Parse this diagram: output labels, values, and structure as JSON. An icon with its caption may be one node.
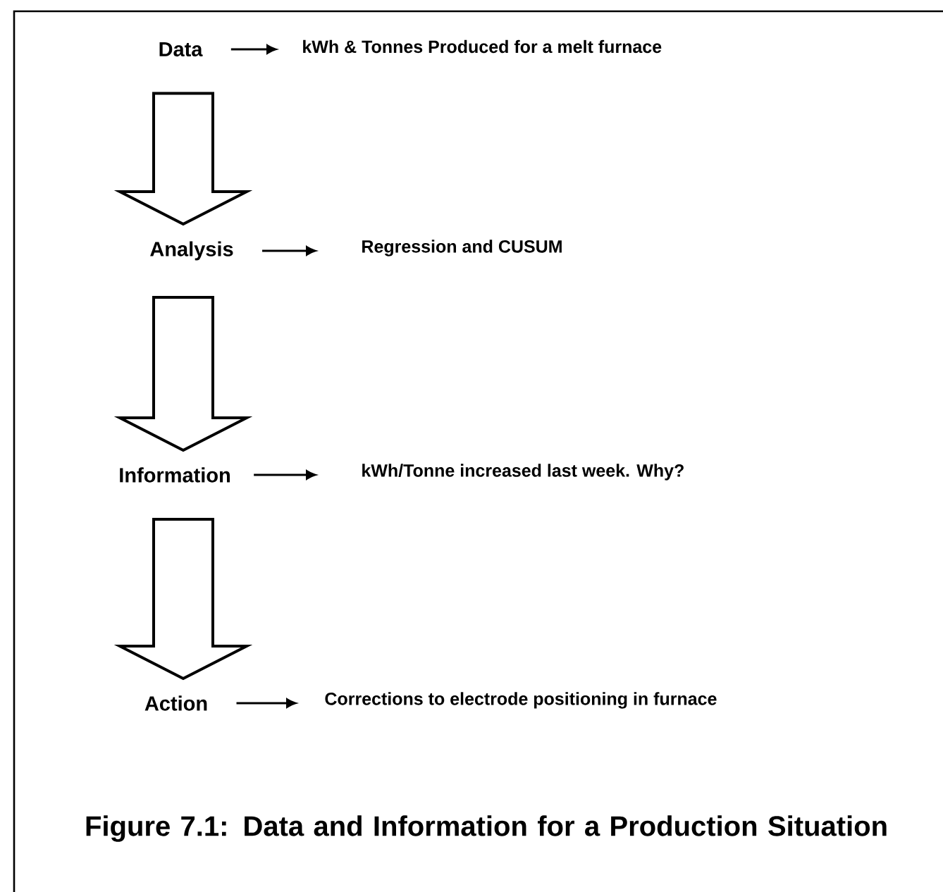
{
  "diagram": {
    "caption": "Figure 7.1: Data and Information for a Production Situation",
    "nodes": [
      {
        "text": [
          "Data"
        ]
      },
      {
        "text": [
          "kWh & Tonnes Produced for a melt furnace"
        ]
      },
      {
        "text": [
          "Analysis"
        ]
      },
      {
        "text": [
          "Regression and CUSUM"
        ]
      },
      {
        "text": [
          "Information"
        ]
      },
      {
        "text": [
          "kWh/Tonne increased last week. Why?"
        ]
      },
      {
        "text": [
          "Action"
        ]
      },
      {
        "text": [
          "Corrections to electrode positioning in furnace"
        ]
      }
    ],
    "edges": [
      {
        "from": 0,
        "to": 1,
        "arrow": "to"
      },
      {
        "from": 0,
        "to": 2,
        "arrow": "to",
        "style": "thick"
      },
      {
        "from": 2,
        "to": 3,
        "arrow": "to"
      },
      {
        "from": 2,
        "to": 4,
        "arrow": "to",
        "style": "thick"
      },
      {
        "from": 4,
        "to": 5,
        "arrow": "to"
      },
      {
        "from": 4,
        "to": 6,
        "arrow": "to",
        "style": "thick"
      },
      {
        "from": 6,
        "to": 7,
        "arrow": "to"
      }
    ]
  }
}
